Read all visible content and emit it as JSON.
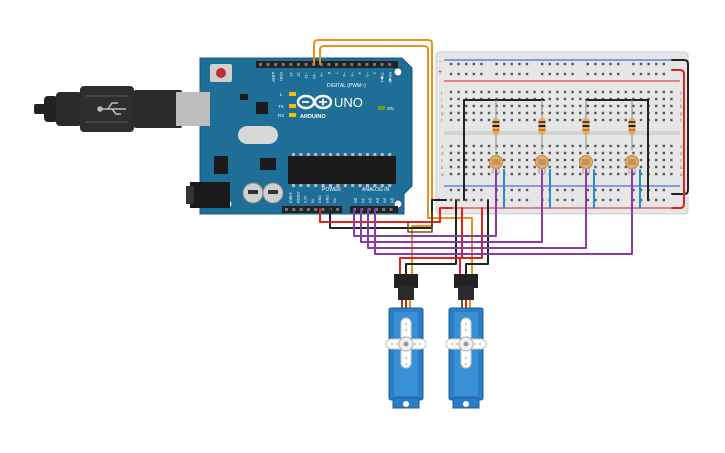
{
  "board": {
    "logo_text": "UNO",
    "brand_text": "ARDUINO",
    "digital_label": "DIGITAL (PWM~)",
    "power_label": "POWER",
    "analog_label": "ANALOG IN",
    "on_label": "ON",
    "l_label": "L",
    "tx_label": "TX",
    "rx_label": "RX",
    "aref_label": "AREF",
    "gnd_label": "GND",
    "digital_pins": [
      "13",
      "12",
      "~11",
      "~10",
      "~9",
      "8",
      "7",
      "~6",
      "~5",
      "4",
      "~3",
      "2",
      "TX▶1",
      "RX◀0"
    ],
    "power_pins": [
      "IOREF",
      "RESET",
      "3.3V",
      "5V",
      "GND",
      "GND",
      "Vin"
    ],
    "analog_pins": [
      "A0",
      "A1",
      "A2",
      "A3",
      "A4",
      "A5"
    ],
    "colors": {
      "pcb": "#1f6e97",
      "pcb_dark": "#16597c",
      "header": "#222222",
      "silk": "#ffffff"
    }
  },
  "usb_cable": {
    "colors": {
      "plug": "#222222",
      "metal": "#c8c8c8"
    }
  },
  "breadboard": {
    "rail_plus": "+",
    "rail_minus": "-",
    "row_letters_top": [
      "j",
      "i",
      "h",
      "g",
      "f"
    ],
    "row_letters_bottom": [
      "e",
      "d",
      "c",
      "b",
      "a"
    ],
    "columns": 30,
    "colors": {
      "body": "#e6e6e6",
      "hole": "#555555",
      "red_rail": "#d82020",
      "blue_rail": "#2050c8"
    }
  },
  "components": {
    "resistors": 4,
    "photoresistors": 4,
    "servos": 2
  },
  "wire_colors": {
    "orange": "#e8921a",
    "red": "#e0221a",
    "black": "#222222",
    "purple": "#8a3aa6",
    "blue": "#2a8acb",
    "brown": "#7a4a1a",
    "servo_blue": "#2b7ec4"
  }
}
